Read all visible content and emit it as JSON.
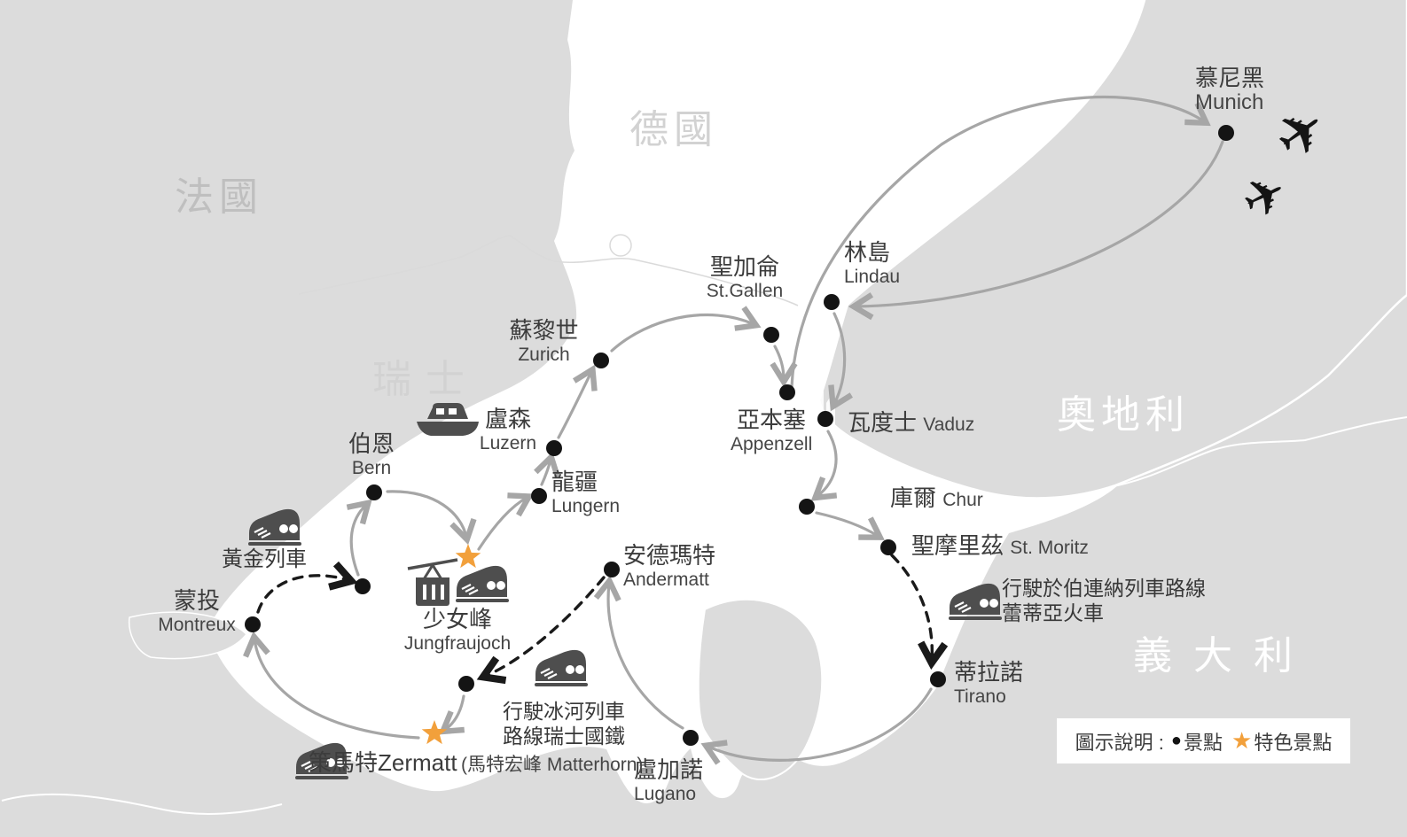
{
  "map": {
    "countries": {
      "france": "法國",
      "germany": "德國",
      "switzerland": "瑞士",
      "austria": "奧地利",
      "italy": "義大利"
    },
    "cities": {
      "munich": {
        "zh": "慕尼黑",
        "en": "Munich"
      },
      "lindau": {
        "zh": "林島",
        "en": "Lindau"
      },
      "stgallen": {
        "zh": "聖加侖",
        "en": "St.Gallen"
      },
      "zurich": {
        "zh": "蘇黎世",
        "en": "Zurich"
      },
      "appenzell": {
        "zh": "亞本塞",
        "en": "Appenzell"
      },
      "vaduz": {
        "zh": "瓦度士",
        "en": "Vaduz"
      },
      "chur": {
        "zh": "庫爾",
        "en": "Chur"
      },
      "stmoritz": {
        "zh": "聖摩里茲",
        "en": "St. Moritz"
      },
      "tirano": {
        "zh": "蒂拉諾",
        "en": "Tirano"
      },
      "lugano": {
        "zh": "盧加諾",
        "en": "Lugano"
      },
      "andermatt": {
        "zh": "安德瑪特",
        "en": "Andermatt"
      },
      "montreux": {
        "zh": "蒙投",
        "en": "Montreux"
      },
      "bern": {
        "zh": "伯恩",
        "en": "Bern"
      },
      "luzern": {
        "zh": "盧森",
        "en": "Luzern"
      },
      "lungern": {
        "zh": "龍疆",
        "en": "Lungern"
      },
      "jungfraujoch": {
        "zh": "少女峰",
        "en": "Jungfraujoch"
      },
      "zermatt": {
        "zh": "策馬特",
        "en": "Zermatt",
        "note": "(馬特宏峰 Matterhorn)"
      }
    },
    "trains": {
      "goldenpass": {
        "label": "黃金列車"
      },
      "glacier": {
        "line1": "行駛冰河列車",
        "line2": "路線瑞士國鐵"
      },
      "bernina": {
        "line1": "行駛於伯連納列車路線",
        "line2": "蕾蒂亞火車"
      }
    },
    "legend": {
      "title": "圖示說明 :",
      "dot_label": "景點",
      "star_label": "特色景點"
    },
    "colors": {
      "star": "#F2A03B",
      "land_gray": "#DCDCDC",
      "land_white": "#FFFFFF",
      "route_gray": "#ABABAB",
      "route_dashed": "#1A1A1A"
    }
  }
}
